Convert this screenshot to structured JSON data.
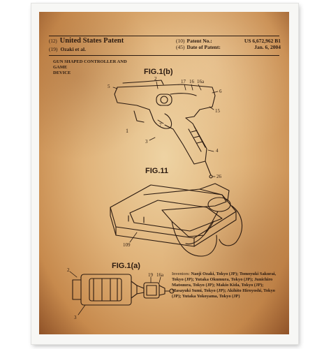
{
  "patent": {
    "header_code_left": "(12)",
    "office": "United States Patent",
    "code_inventor": "(19)",
    "first_inventor": "Ozaki et al.",
    "code_number": "(10)",
    "number_label": "Patent No.:",
    "number": "US 6,672,962 B1",
    "code_date": "(45)",
    "date_label": "Date of Patent:",
    "date": "Jan. 6, 2004",
    "title_line1": "GUN SHAPED CONTROLLER AND GAME",
    "title_line2": "DEVICE",
    "inventors_label": "Inventors:",
    "inventors": "Naoji Ozaki, Tokyo (JP); Tomoyuki Sakurai, Tokyo (JP); Yutaka Okumura, Tokyo (JP); Junichiro Matsuura, Tokyo (JP); Makio Kida, Tokyo (JP); Masayuki Sumi, Tokyo (JP); Akihito Hiroyoshi, Tokyo (JP); Yutaka Yokoyama, Tokyo (JP)"
  },
  "figures": {
    "fig1b": "FIG.1(b)",
    "fig11": "FIG.11",
    "fig1a": "FIG.1(a)"
  },
  "callouts": {
    "c5": "5",
    "c2": "2",
    "c17": "17",
    "c16": "16",
    "c16a": "16a",
    "c6": "6",
    "c15": "15",
    "c7": "7",
    "c1": "1",
    "c3": "3",
    "c4": "4",
    "c26": "26",
    "c109": "109",
    "a2": "2",
    "a3": "3",
    "a19": "19",
    "a16a": "16a"
  },
  "colors": {
    "ink": "#2b1a10",
    "paper_center": "#eed3a3",
    "paper_edge": "#8f5228",
    "frame": "#f7f7f5"
  }
}
